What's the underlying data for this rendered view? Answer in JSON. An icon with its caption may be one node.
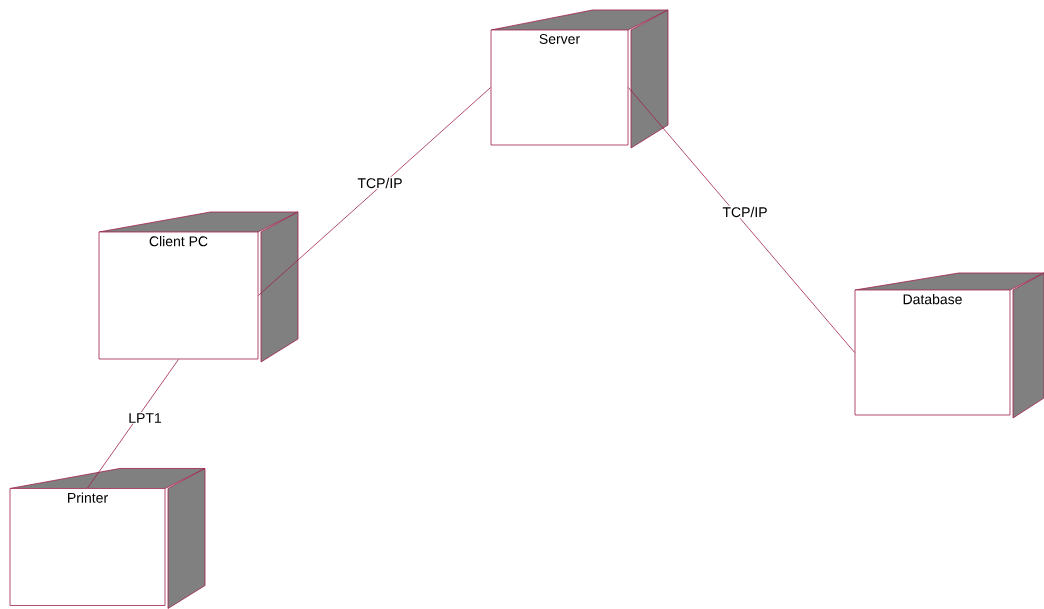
{
  "diagram": {
    "nodes": [
      {
        "text": [
          "Server"
        ]
      },
      {
        "text": [
          "Client PC"
        ]
      },
      {
        "text": [
          "Database"
        ]
      },
      {
        "text": [
          "Printer"
        ]
      }
    ],
    "edges": [
      {
        "from": 1,
        "to": 0,
        "arrow": "none",
        "label": "TCP/IP"
      },
      {
        "from": 0,
        "to": 2,
        "arrow": "none",
        "label": "TCP/IP"
      },
      {
        "from": 1,
        "to": 3,
        "arrow": "none",
        "label": "LPT1"
      }
    ]
  }
}
